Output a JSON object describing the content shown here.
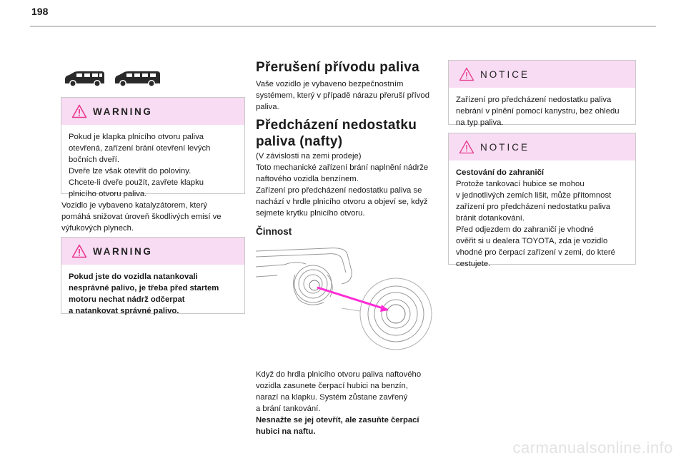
{
  "page_number": "198",
  "left": {
    "warning1": {
      "heading": "WARNING",
      "lines": [
        "Pokud je klapka plnicího otvoru paliva",
        "otevřená, zařízení brání otevření levých",
        "bočních dveří.",
        "Dveře lze však otevřít do poloviny.",
        "Chcete-li dveře použít, zavřete klapku",
        "plnicího otvoru paliva."
      ]
    },
    "paragraph_lines": [
      "Vozidlo je vybaveno katalyzátorem, který",
      "pomáhá snižovat úroveň škodlivých emisí ve",
      "výfukových plynech."
    ],
    "warning2": {
      "heading": "WARNING",
      "lines": [
        "Pokud jste do vozidla natankovali",
        "nesprávné palivo, je třeba před startem",
        "motoru nechat nádrž odčerpat",
        "a natankovat správné palivo."
      ]
    }
  },
  "middle": {
    "title1": "Přerušení přívodu paliva",
    "para1_lines": [
      "Vaše vozidlo je vybaveno bezpečnostním",
      "systémem, který v případě nárazu přeruší přívod",
      "paliva."
    ],
    "title2_lines": [
      "Předcházení nedostatku",
      "paliva (nafty)"
    ],
    "para2_lines": [
      "(V závislosti na zemi prodeje)",
      "Toto mechanické zařízení brání naplnění nádrže",
      "naftového vozidla benzínem.",
      "Zařízení pro předcházení nedostatku paliva se",
      "nachází v hrdle plnicího otvoru a objeví se, když",
      "sejmete krytku plnicího otvoru."
    ],
    "subtitle": "Činnost",
    "para3_lines": [
      "Když do hrdla plnicího otvoru paliva naftového",
      "vozidla zasunete čerpací hubici na benzín,",
      "narazí na klapku. Systém zůstane zavřený",
      "a brání tankování."
    ],
    "para3_bold_lines": [
      "Nesnažte se jej otevřít, ale zasuňte čerpací",
      "hubici na naftu."
    ]
  },
  "right": {
    "notice1": {
      "heading": "NOTICE",
      "lines": [
        "Zařízení pro předcházení nedostatku paliva",
        "nebrání v plnění pomocí kanystru, bez ohledu",
        "na typ paliva."
      ]
    },
    "notice2": {
      "heading": "NOTICE",
      "bold_line": "Cestování do zahraničí",
      "lines": [
        "Protože tankovací hubice se mohou",
        "v jednotlivých zemích lišit, může přítomnost",
        "zařízení pro předcházení nedostatku paliva",
        "bránit dotankování.",
        "Před odjezdem do zahraničí je vhodné",
        "ověřit si u dealera TOYOTA, zda je vozidlo",
        "vhodné pro čerpací zařízení v zemi, do které",
        "cestujete."
      ]
    }
  },
  "watermark": "carmanualsonline.info",
  "colors": {
    "box_header": "#f8dcf3",
    "accent_pointer": "#ff2bd6"
  }
}
